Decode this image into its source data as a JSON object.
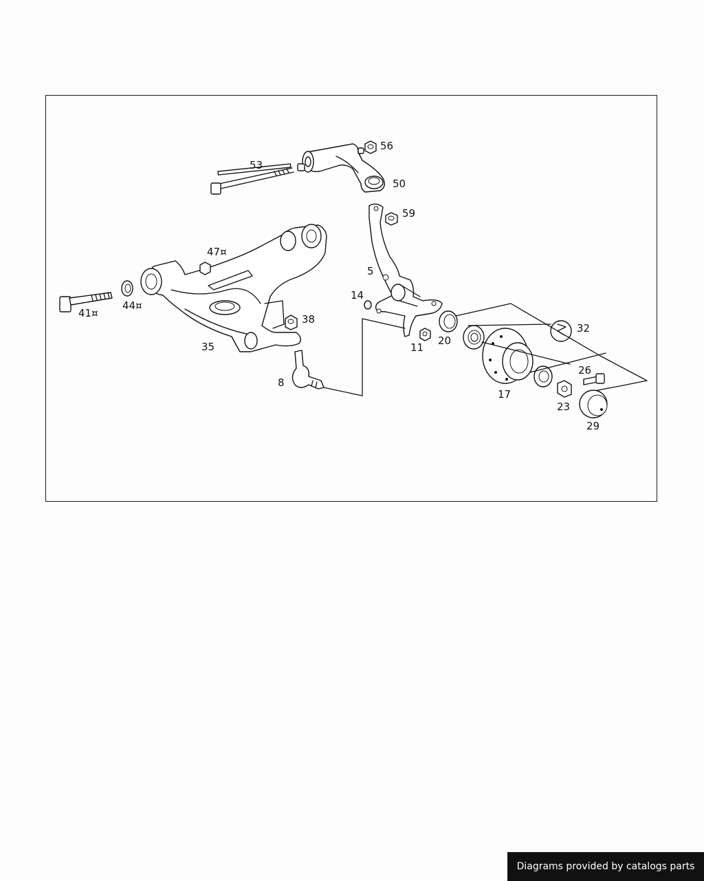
{
  "diagram": {
    "callouts": [
      {
        "id": "53",
        "text": "53"
      },
      {
        "id": "56",
        "text": "56"
      },
      {
        "id": "50",
        "text": "50"
      },
      {
        "id": "59",
        "text": "59"
      },
      {
        "id": "47",
        "text": "47¤"
      },
      {
        "id": "5",
        "text": "5"
      },
      {
        "id": "14",
        "text": "14"
      },
      {
        "id": "41",
        "text": "41¤"
      },
      {
        "id": "44",
        "text": "44¤"
      },
      {
        "id": "38",
        "text": "38"
      },
      {
        "id": "32",
        "text": "32"
      },
      {
        "id": "20",
        "text": "20"
      },
      {
        "id": "11",
        "text": "11"
      },
      {
        "id": "35",
        "text": "35"
      },
      {
        "id": "26",
        "text": "26"
      },
      {
        "id": "8",
        "text": "8"
      },
      {
        "id": "17",
        "text": "17"
      },
      {
        "id": "23",
        "text": "23"
      },
      {
        "id": "29",
        "text": "29"
      }
    ]
  },
  "footer": {
    "credit": "Diagrams provided by catalogs parts"
  }
}
